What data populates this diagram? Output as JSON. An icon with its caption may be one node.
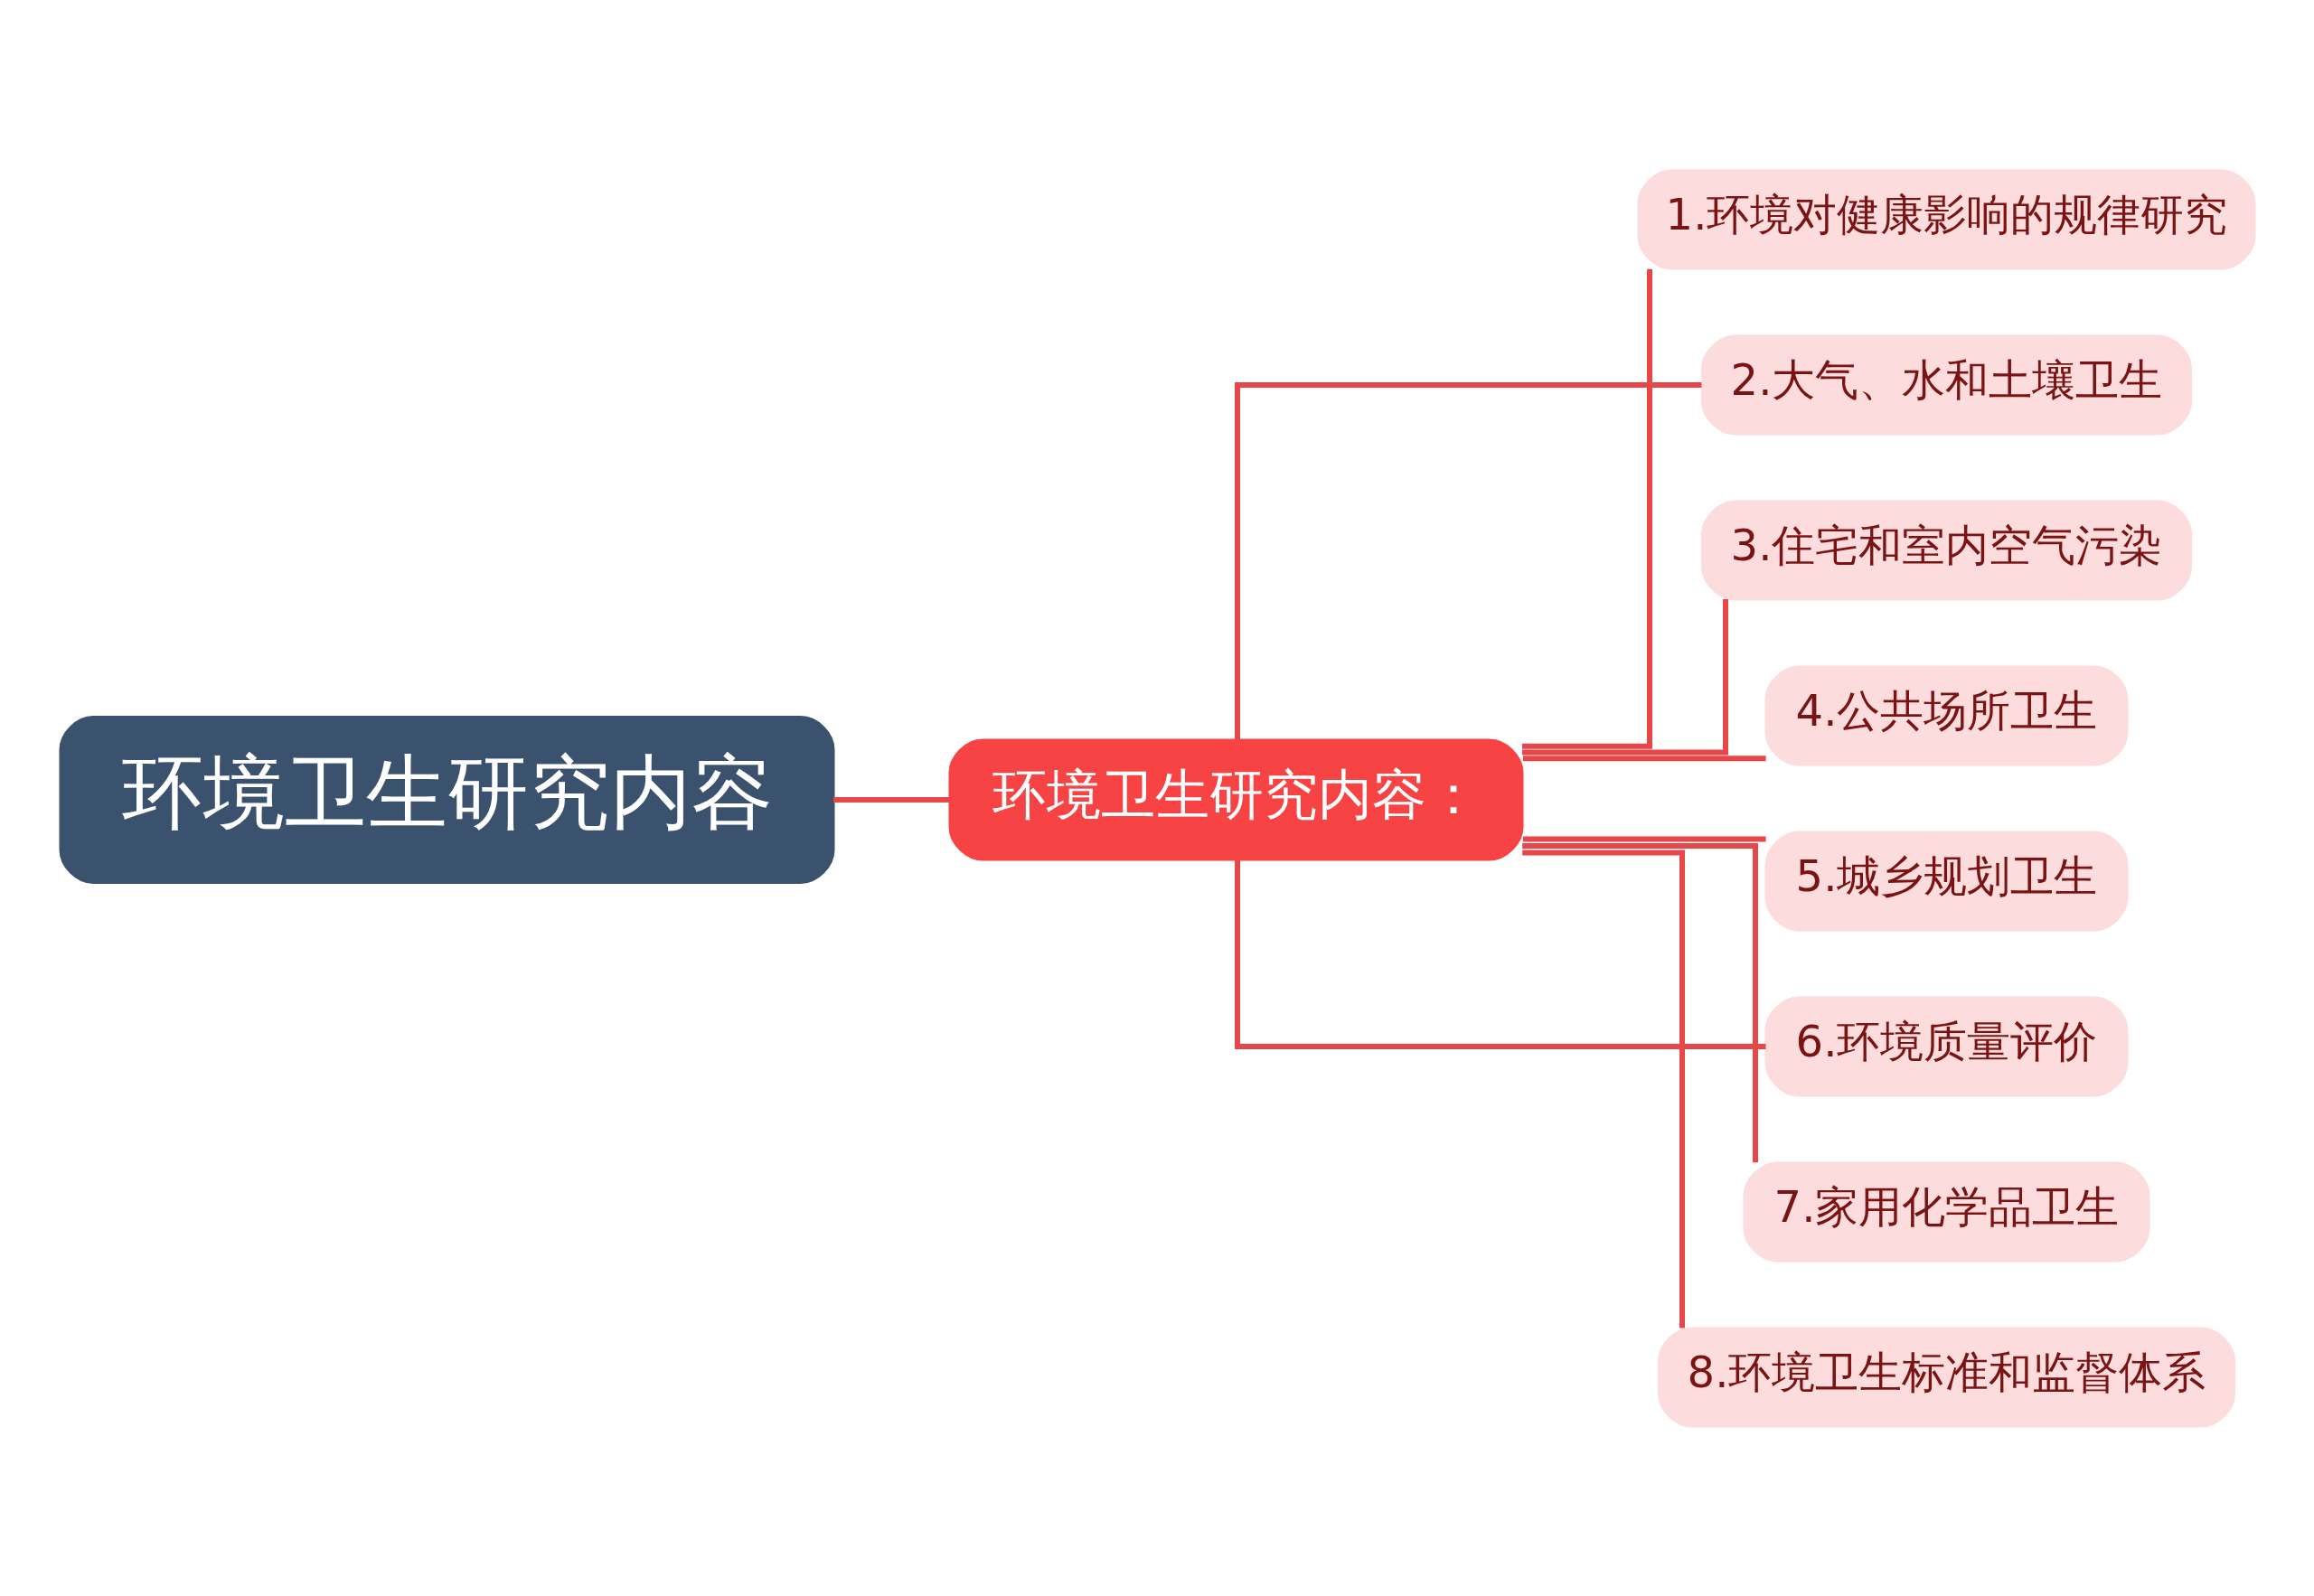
{
  "diagram": {
    "nodes": [
      {
        "text": [
          "环境卫生研究内容"
        ]
      },
      {
        "text": [
          "环境卫生研究内容："
        ]
      },
      {
        "text": [
          "1.环境对健康影响的规律研究"
        ]
      },
      {
        "text": [
          "2.大气、水和土壤卫生"
        ]
      },
      {
        "text": [
          "3.住宅和室内空气污染"
        ]
      },
      {
        "text": [
          "4.公共场所卫生"
        ]
      },
      {
        "text": [
          "5.城乡规划卫生"
        ]
      },
      {
        "text": [
          "6.环境质量评价"
        ]
      },
      {
        "text": [
          "7.家用化学品卫生"
        ]
      },
      {
        "text": [
          "8.环境卫生标准和监督体系"
        ]
      }
    ],
    "edges": [
      {
        "from": 0,
        "to": 1,
        "arrow": "none"
      },
      {
        "from": 1,
        "to": 2,
        "arrow": "none"
      },
      {
        "from": 1,
        "to": 3,
        "arrow": "none"
      },
      {
        "from": 1,
        "to": 4,
        "arrow": "none"
      },
      {
        "from": 1,
        "to": 5,
        "arrow": "none"
      },
      {
        "from": 1,
        "to": 6,
        "arrow": "none"
      },
      {
        "from": 1,
        "to": 7,
        "arrow": "none"
      },
      {
        "from": 1,
        "to": 8,
        "arrow": "none"
      },
      {
        "from": 1,
        "to": 9,
        "arrow": "none"
      }
    ]
  }
}
